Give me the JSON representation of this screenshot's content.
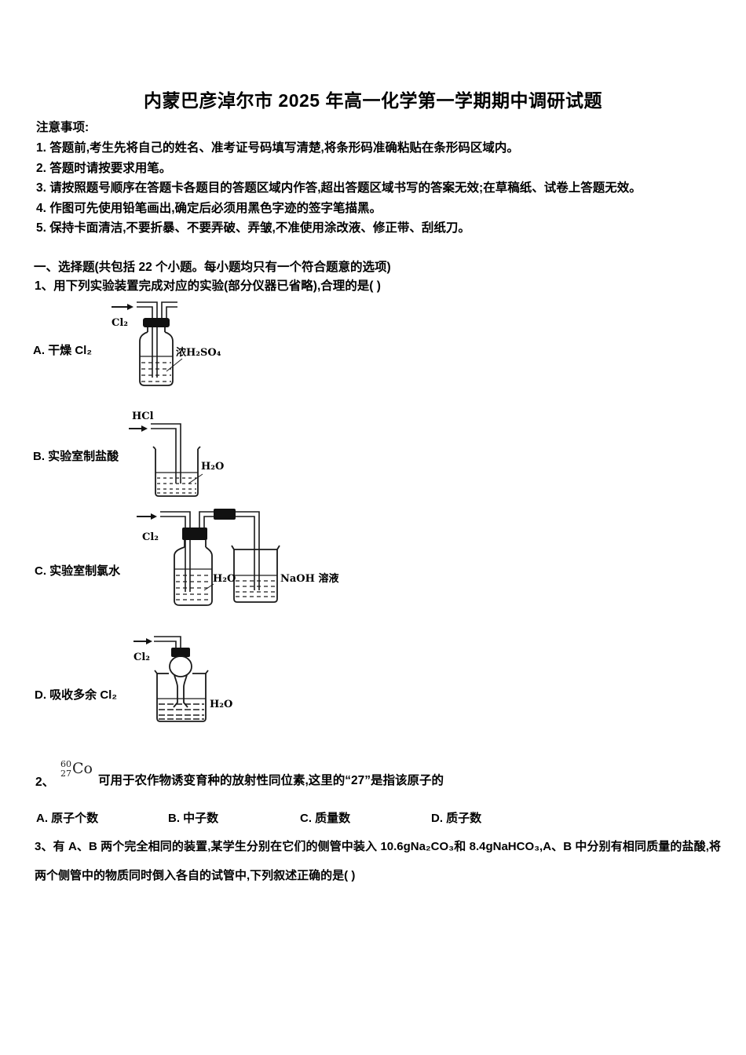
{
  "page": {
    "title": "内蒙巴彦淖尔市 2025 年高一化学第一学期期中调研试题"
  },
  "notices": {
    "heading": "注意事项:",
    "items": [
      "1. 答题前,考生先将自己的姓名、准考证号码填写清楚,将条形码准确粘贴在条形码区域内。",
      "2. 答题时请按要求用笔。",
      "3. 请按照题号顺序在答题卡各题目的答题区域内作答,超出答题区域书写的答案无效;在草稿纸、试卷上答题无效。",
      "4. 作图可先使用铅笔画出,确定后必须用黑色字迹的签字笔描黑。",
      "5. 保持卡面清洁,不要折暴、不要弄破、弄皱,不准使用涂改液、修正带、刮纸刀。"
    ]
  },
  "section1": {
    "heading": "一、选择题(共包括 22 个小题。每小题均只有一个符合题意的选项)"
  },
  "q1": {
    "text": "1、用下列实验装置完成对应的实验(部分仪器已省略),合理的是(  )",
    "options": [
      {
        "label": "A. 干燥 Cl₂",
        "diagram": {
          "gas": "Cl₂",
          "liquid": "浓H₂SO₄"
        }
      },
      {
        "label": "B. 实验室制盐酸",
        "diagram": {
          "gas": "HCl",
          "liquid": "H₂O"
        }
      },
      {
        "label": "C. 实验室制氯水",
        "diagram": {
          "gas": "Cl₂",
          "liquid": "H₂O",
          "beaker": "NaOH 溶液"
        }
      },
      {
        "label": "D. 吸收多余 Cl₂",
        "diagram": {
          "gas": "Cl₂",
          "liquid": "H₂O"
        }
      }
    ]
  },
  "q2": {
    "number": "2、",
    "isotope": {
      "mass": "60",
      "atomic": "27",
      "symbol": "Co"
    },
    "text": "可用于农作物诱变育种的放射性同位素,这里的“27”是指该原子的",
    "options": [
      "A. 原子个数",
      "B. 中子数",
      "C. 质量数",
      "D. 质子数"
    ]
  },
  "q3": {
    "text": "3、有 A、B 两个完全相同的装置,某学生分别在它们的侧管中装入 10.6gNa₂CO₃和 8.4gNaHCO₃,A、B 中分别有相同质量的盐酸,将两个侧管中的物质同时倒入各自的试管中,下列叙述正确的是(  )"
  }
}
